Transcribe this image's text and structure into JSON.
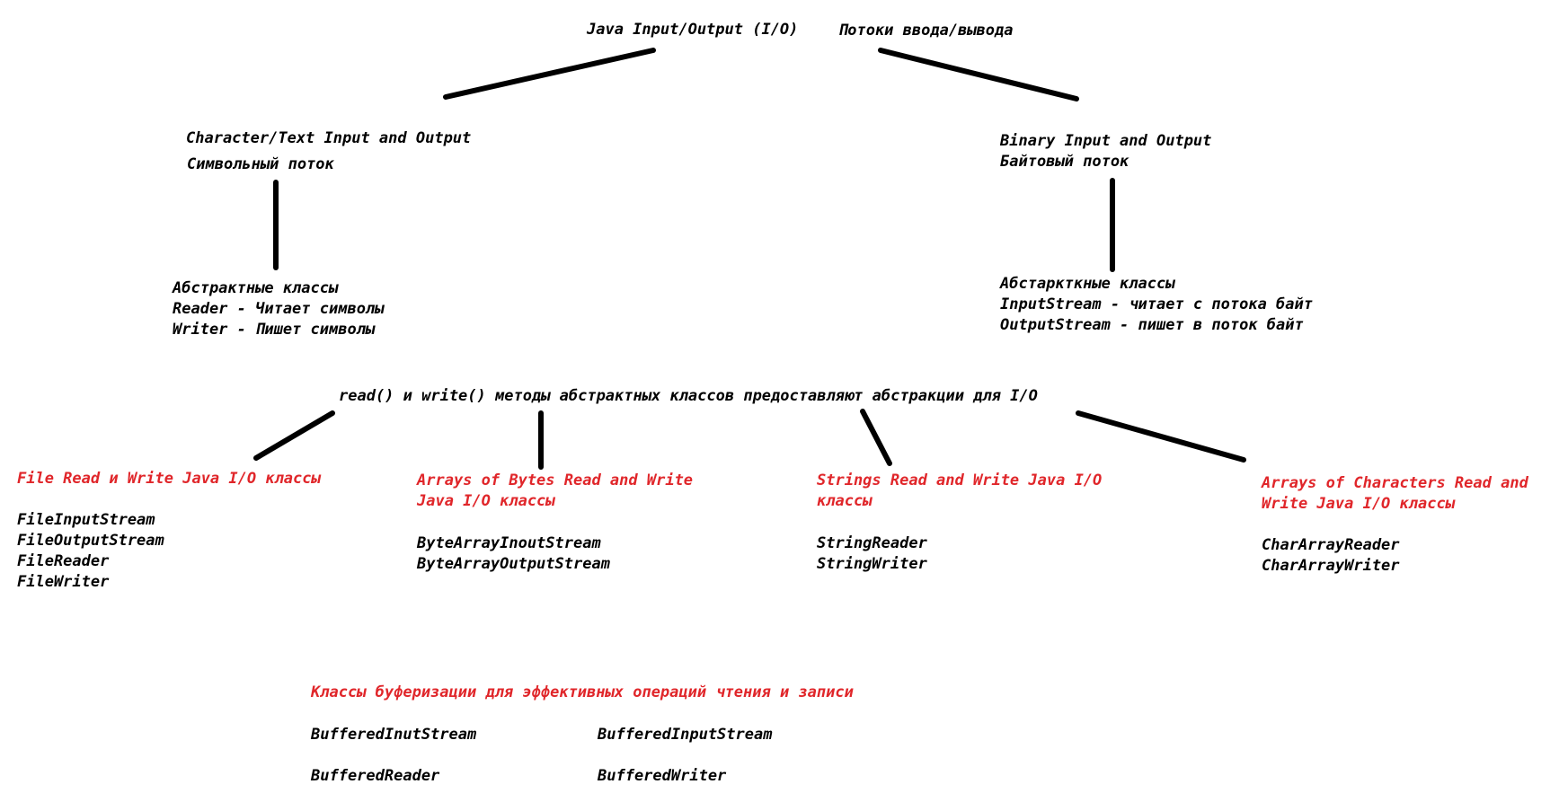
{
  "diagram": {
    "title_left": "Java Input/Output (I/O)",
    "title_right": "Потоки ввода/вывода",
    "character": {
      "line1": "Character/Text Input and Output",
      "line2": "Символьный поток"
    },
    "binary": {
      "line1": "Binary Input and Output",
      "line2": "Байтовый поток"
    },
    "char_abstract": {
      "line1": "Абстрактные классы",
      "line2": "Reader - Читает символы",
      "line3": "Writer - Пишет символы"
    },
    "byte_abstract": {
      "line1": "Абстаркткные классы",
      "line2": "InputStream - читает с потока байт",
      "line3": "OutputStream - пишет в поток байт"
    },
    "methods_text": "read() и write() методы абстрактных классов предоставляют абстракции для I/O",
    "file_group": {
      "heading": "File Read и Write Java I/O классы",
      "items": [
        "FileInputStream",
        "FileOutputStream",
        "FileReader",
        "FileWriter"
      ]
    },
    "bytes_group": {
      "heading1": "Arrays of Bytes Read and Write",
      "heading2": "Java I/O классы",
      "items": [
        "ByteArrayInoutStream",
        "ByteArrayOutputStream"
      ]
    },
    "strings_group": {
      "heading1": "Strings Read and Write Java I/O",
      "heading2": "классы",
      "items": [
        "StringReader",
        "StringWriter"
      ]
    },
    "chars_group": {
      "heading1": "Arrays of Characters Read and",
      "heading2": "Write Java I/O классы",
      "items": [
        "CharArrayReader",
        "CharArrayWriter"
      ]
    },
    "buffered": {
      "heading": "Классы буферизации для эффективных операций чтения и записи",
      "col1": [
        "BufferedInutStream",
        "BufferedReader"
      ],
      "col2": [
        "BufferedInputStream",
        "BufferedWriter"
      ]
    },
    "colors": {
      "line": "#000000",
      "accent": "#e0262a",
      "text": "#000000"
    }
  }
}
